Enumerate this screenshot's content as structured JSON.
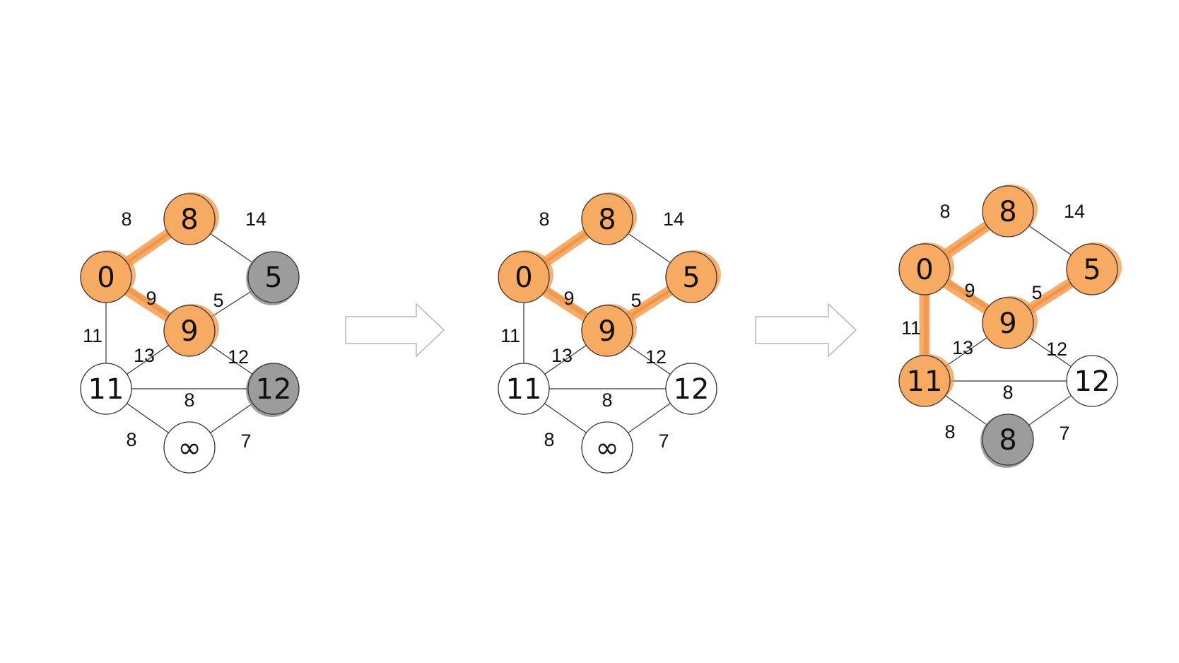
{
  "diagrams": [
    {
      "nodes": [
        {
          "id": "A",
          "label": "0",
          "state": "orange"
        },
        {
          "id": "B",
          "label": "8",
          "state": "orange"
        },
        {
          "id": "C",
          "label": "5",
          "state": "gray"
        },
        {
          "id": "D",
          "label": "9",
          "state": "orange"
        },
        {
          "id": "E",
          "label": "11",
          "state": "white"
        },
        {
          "id": "F",
          "label": "12",
          "state": "gray"
        },
        {
          "id": "G",
          "label": "∞",
          "state": "white"
        }
      ],
      "edges": [
        {
          "from": "A",
          "to": "B",
          "weight": "8",
          "highlight": true
        },
        {
          "from": "B",
          "to": "C",
          "weight": "14",
          "highlight": false
        },
        {
          "from": "A",
          "to": "D",
          "weight": "9",
          "highlight": true
        },
        {
          "from": "D",
          "to": "C",
          "weight": "5",
          "highlight": false
        },
        {
          "from": "A",
          "to": "E",
          "weight": "11",
          "highlight": false
        },
        {
          "from": "D",
          "to": "E",
          "weight": "13",
          "highlight": false
        },
        {
          "from": "D",
          "to": "F",
          "weight": "12",
          "highlight": false
        },
        {
          "from": "E",
          "to": "F",
          "weight": "8",
          "highlight": false
        },
        {
          "from": "E",
          "to": "G",
          "weight": "8",
          "highlight": false
        },
        {
          "from": "F",
          "to": "G",
          "weight": "7",
          "highlight": false
        }
      ]
    },
    {
      "nodes": [
        {
          "id": "A",
          "label": "0",
          "state": "orange"
        },
        {
          "id": "B",
          "label": "8",
          "state": "orange"
        },
        {
          "id": "C",
          "label": "5",
          "state": "orange"
        },
        {
          "id": "D",
          "label": "9",
          "state": "orange"
        },
        {
          "id": "E",
          "label": "11",
          "state": "white"
        },
        {
          "id": "F",
          "label": "12",
          "state": "white"
        },
        {
          "id": "G",
          "label": "∞",
          "state": "white"
        }
      ],
      "edges": [
        {
          "from": "A",
          "to": "B",
          "weight": "8",
          "highlight": true
        },
        {
          "from": "B",
          "to": "C",
          "weight": "14",
          "highlight": false
        },
        {
          "from": "A",
          "to": "D",
          "weight": "9",
          "highlight": true
        },
        {
          "from": "D",
          "to": "C",
          "weight": "5",
          "highlight": true
        },
        {
          "from": "A",
          "to": "E",
          "weight": "11",
          "highlight": false
        },
        {
          "from": "D",
          "to": "E",
          "weight": "13",
          "highlight": false
        },
        {
          "from": "D",
          "to": "F",
          "weight": "12",
          "highlight": false
        },
        {
          "from": "E",
          "to": "F",
          "weight": "8",
          "highlight": false
        },
        {
          "from": "E",
          "to": "G",
          "weight": "8",
          "highlight": false
        },
        {
          "from": "F",
          "to": "G",
          "weight": "7",
          "highlight": false
        }
      ]
    },
    {
      "nodes": [
        {
          "id": "A",
          "label": "0",
          "state": "orange"
        },
        {
          "id": "B",
          "label": "8",
          "state": "orange"
        },
        {
          "id": "C",
          "label": "5",
          "state": "orange"
        },
        {
          "id": "D",
          "label": "9",
          "state": "orange"
        },
        {
          "id": "E",
          "label": "11",
          "state": "orange"
        },
        {
          "id": "F",
          "label": "12",
          "state": "white"
        },
        {
          "id": "G",
          "label": "8",
          "state": "gray"
        }
      ],
      "edges": [
        {
          "from": "A",
          "to": "B",
          "weight": "8",
          "highlight": true
        },
        {
          "from": "B",
          "to": "C",
          "weight": "14",
          "highlight": false
        },
        {
          "from": "A",
          "to": "D",
          "weight": "9",
          "highlight": true
        },
        {
          "from": "D",
          "to": "C",
          "weight": "5",
          "highlight": true
        },
        {
          "from": "A",
          "to": "E",
          "weight": "11",
          "highlight": true
        },
        {
          "from": "D",
          "to": "E",
          "weight": "13",
          "highlight": false
        },
        {
          "from": "D",
          "to": "F",
          "weight": "12",
          "highlight": false
        },
        {
          "from": "E",
          "to": "F",
          "weight": "8",
          "highlight": false
        },
        {
          "from": "E",
          "to": "G",
          "weight": "8",
          "highlight": false
        },
        {
          "from": "F",
          "to": "G",
          "weight": "7",
          "highlight": false
        }
      ]
    }
  ]
}
